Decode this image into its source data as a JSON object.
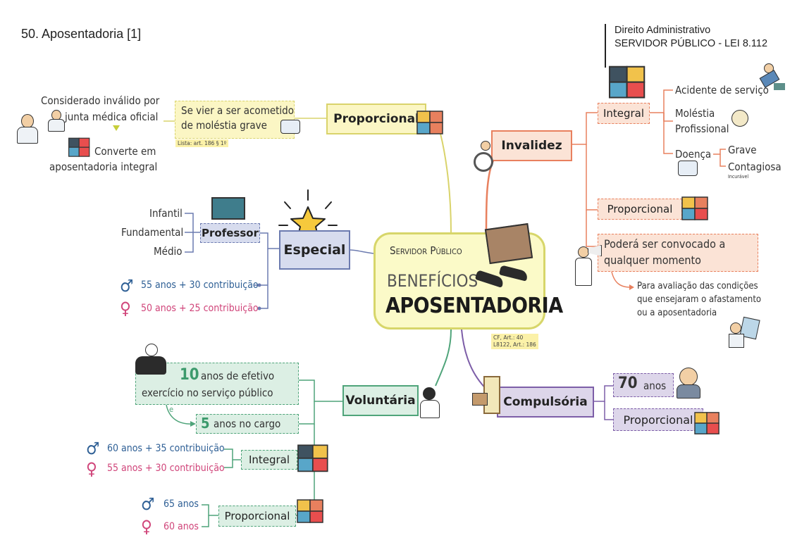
{
  "header": {
    "title": "50. Aposentadoria [1]",
    "subject_line1": "Direito Administrativo",
    "subject_line2": "SERVIDOR PÚBLICO - LEI 8.112"
  },
  "center": {
    "kicker": "Servidor Público",
    "line1": "BENEFÍCIOS",
    "line2": "APOSENTADORIA",
    "ref": "CF, Art.: 40\nL8122, Art.: 186"
  },
  "proporcional_top": {
    "label": "Proporcional",
    "condition_line1": "Se vier a ser acometido",
    "condition_line2": "de moléstia grave",
    "ref": "Lista: art. 186 § 1º",
    "note_line1": "Considerado inválido por",
    "note_line2": "junta médica oficial",
    "converts_line1": "Converte em",
    "converts_line2": "aposentadoria integral"
  },
  "especial": {
    "label": "Especial",
    "professor": "Professor",
    "levels": [
      "Infantil",
      "Fundamental",
      "Médio"
    ],
    "male": "55 anos + 30 contribuição",
    "female": "50 anos + 25 contribuição"
  },
  "invalidez": {
    "label": "Invalidez",
    "integral": "Integral",
    "causes": {
      "acidente": "Acidente de serviço",
      "molestia1": "Moléstia",
      "molestia2": "Profissional",
      "doenca": "Doença",
      "grave": "Grave",
      "contagiosa": "Contagiosa",
      "incuravel": "Incurável"
    },
    "proporcional": "Proporcional",
    "convocado_line1": "Poderá ser convocado a",
    "convocado_line2": "qualquer momento",
    "avaliacao_line1": "Para avaliação das condições",
    "avaliacao_line2": "que ensejaram o afastamento",
    "avaliacao_line3": "ou a aposentadoria"
  },
  "voluntaria": {
    "label": "Voluntária",
    "req1_num": "10",
    "req1_text": "anos de efetivo",
    "req1_line2": "exercício no serviço público",
    "and": "e",
    "req2_num": "5",
    "req2_text": "anos no cargo",
    "integral": "Integral",
    "integral_male": "60 anos + 35 contribuição",
    "integral_female": "55 anos + 30 contribuição",
    "proporcional": "Proporcional",
    "prop_male": "65 anos",
    "prop_female": "60 anos"
  },
  "compulsoria": {
    "label": "Compulsória",
    "age_num": "70",
    "age_text": "anos",
    "proporcional": "Proporcional"
  },
  "colors": {
    "male": "#2e5f95",
    "female": "#d0457a",
    "yellow_fill": "#fbf6c4",
    "yellow_border": "#d9d36b",
    "orange_fill": "#fbe3d6",
    "orange_border": "#e8805e",
    "purple_fill": "#ddd6ea",
    "purple_border": "#7d5ea8",
    "green_fill": "#dcefe4",
    "green_border": "#4fa47a",
    "blue_fill": "#d7dcee",
    "blue_border": "#6c7bb0"
  }
}
